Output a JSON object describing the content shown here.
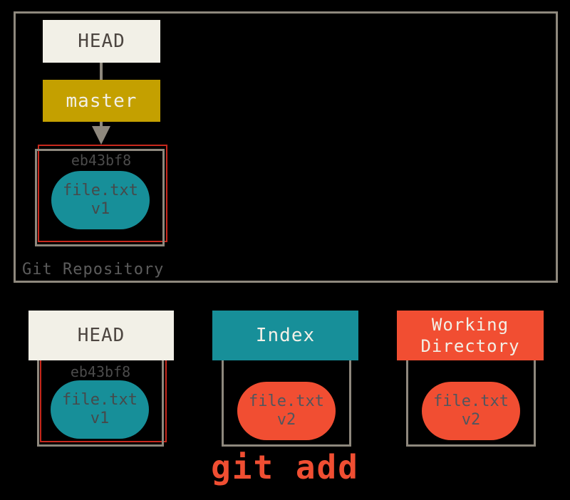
{
  "colors": {
    "background": "#000000",
    "border_grey": "#8e887d",
    "border_red": "#c8281c",
    "offwhite": "#f2f0e7",
    "gold": "#c4a000",
    "teal": "#178f99",
    "orange": "#f14e32",
    "dark_text": "#4d4641",
    "repo_label_text": "#5c5c5c",
    "command_text": "#f04e32"
  },
  "repository": {
    "label": "Git Repository",
    "head_ref": "HEAD",
    "branch_ref": "master",
    "commit": {
      "id": "eb43bf8",
      "file": {
        "name": "file.txt",
        "version": "v1"
      }
    }
  },
  "areas": [
    {
      "title": "HEAD",
      "commit_id": "eb43bf8",
      "file": {
        "name": "file.txt",
        "version": "v1"
      }
    },
    {
      "title": "Index",
      "file": {
        "name": "file.txt",
        "version": "v2"
      }
    },
    {
      "title": "Working Directory",
      "file": {
        "name": "file.txt",
        "version": "v2"
      }
    }
  ],
  "command": {
    "text": "git add"
  }
}
